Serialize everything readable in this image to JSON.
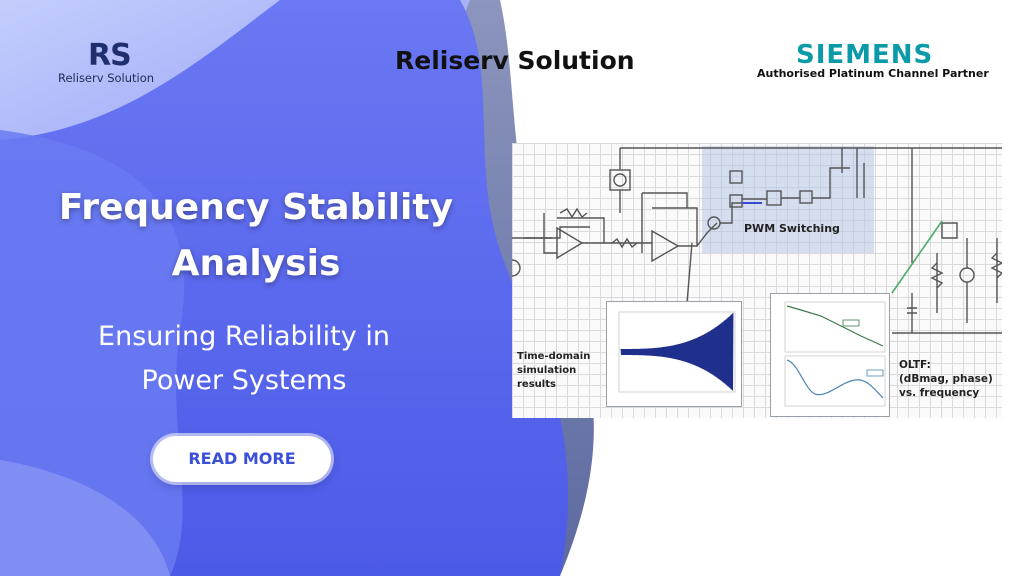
{
  "brand": {
    "monogram_r": "R",
    "monogram_s": "S",
    "logo_name": "Reliserv Solution",
    "company_title": "Reliserv Solution"
  },
  "partner": {
    "logo": "SIEMENS",
    "tagline": "Authorised Platinum Channel Partner"
  },
  "hero": {
    "title_line1": "Frequency Stability",
    "title_line2": "Analysis",
    "subtitle_line1": "Ensuring Reliability in",
    "subtitle_line2": "Power Systems",
    "cta": "READ MORE"
  },
  "figure": {
    "pwm_label": "PWM Switching",
    "time_domain_line1": "Time-domain",
    "time_domain_line2": "simulation results",
    "oltf_line1": "OLTF:",
    "oltf_line2": "(dBmag, phase)",
    "oltf_line3": "vs. frequency"
  },
  "colors": {
    "blob_light": "#aab7ff",
    "blob_main": "#5563ee",
    "blob_dark": "#6b78a8",
    "cta_text": "#3b4fd8",
    "siemens": "#0a9aa8"
  }
}
